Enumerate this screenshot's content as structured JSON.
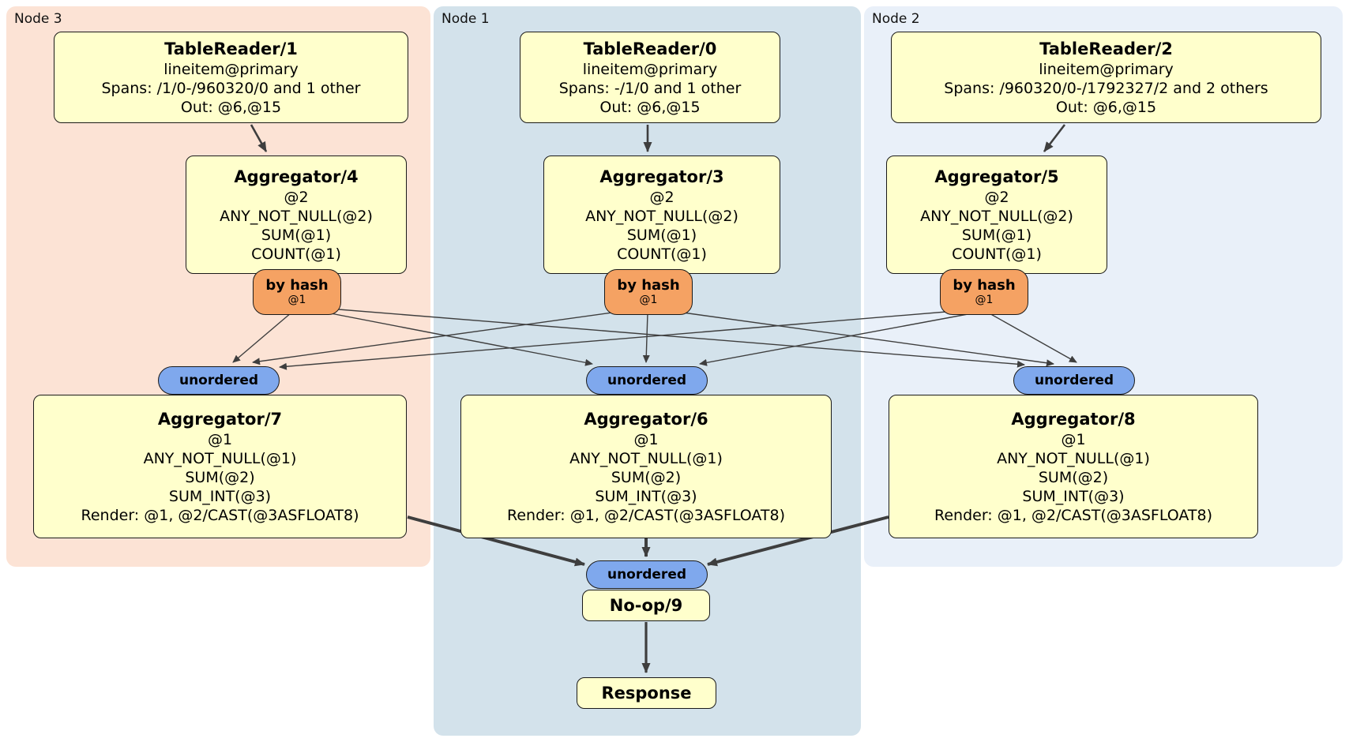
{
  "regions": [
    {
      "label": "Node 3"
    },
    {
      "label": "Node 1"
    },
    {
      "label": "Node 2"
    }
  ],
  "processors": {
    "tr1": {
      "title": "TableReader/1",
      "lines": [
        "lineitem@primary",
        "Spans: /1/0-/960320/0 and 1 other",
        "Out: @6,@15"
      ]
    },
    "tr0": {
      "title": "TableReader/0",
      "lines": [
        "lineitem@primary",
        "Spans: -/1/0 and 1 other",
        "Out: @6,@15"
      ]
    },
    "tr2": {
      "title": "TableReader/2",
      "lines": [
        "lineitem@primary",
        "Spans: /960320/0-/1792327/2 and 2 others",
        "Out: @6,@15"
      ]
    },
    "agg4": {
      "title": "Aggregator/4",
      "lines": [
        "@2",
        "ANY_NOT_NULL(@2)",
        "SUM(@1)",
        "COUNT(@1)"
      ]
    },
    "agg3": {
      "title": "Aggregator/3",
      "lines": [
        "@2",
        "ANY_NOT_NULL(@2)",
        "SUM(@1)",
        "COUNT(@1)"
      ]
    },
    "agg5": {
      "title": "Aggregator/5",
      "lines": [
        "@2",
        "ANY_NOT_NULL(@2)",
        "SUM(@1)",
        "COUNT(@1)"
      ]
    },
    "agg7": {
      "title": "Aggregator/7",
      "lines": [
        "@1",
        "ANY_NOT_NULL(@1)",
        "SUM(@2)",
        "SUM_INT(@3)",
        "Render: @1, @2/CAST(@3ASFLOAT8)"
      ]
    },
    "agg6": {
      "title": "Aggregator/6",
      "lines": [
        "@1",
        "ANY_NOT_NULL(@1)",
        "SUM(@2)",
        "SUM_INT(@3)",
        "Render: @1, @2/CAST(@3ASFLOAT8)"
      ]
    },
    "agg8": {
      "title": "Aggregator/8",
      "lines": [
        "@1",
        "ANY_NOT_NULL(@1)",
        "SUM(@2)",
        "SUM_INT(@3)",
        "Render: @1, @2/CAST(@3ASFLOAT8)"
      ]
    },
    "noop": {
      "title": "No-op/9"
    },
    "response": {
      "title": "Response"
    }
  },
  "routers": [
    {
      "label": "by hash",
      "sub": "@1"
    },
    {
      "label": "by hash",
      "sub": "@1"
    },
    {
      "label": "by hash",
      "sub": "@1"
    }
  ],
  "syncs": [
    {
      "label": "unordered"
    },
    {
      "label": "unordered"
    },
    {
      "label": "unordered"
    },
    {
      "label": "unordered"
    }
  ],
  "colors": {
    "node3_bg": "#fce3d5",
    "node1_bg": "#d3e2eb",
    "node2_bg": "#e9f0f9",
    "processor_bg": "#ffffcc",
    "router_bg": "#f5a263",
    "sync_bg": "#7fa8ed",
    "edge": "#3e3e3e"
  }
}
